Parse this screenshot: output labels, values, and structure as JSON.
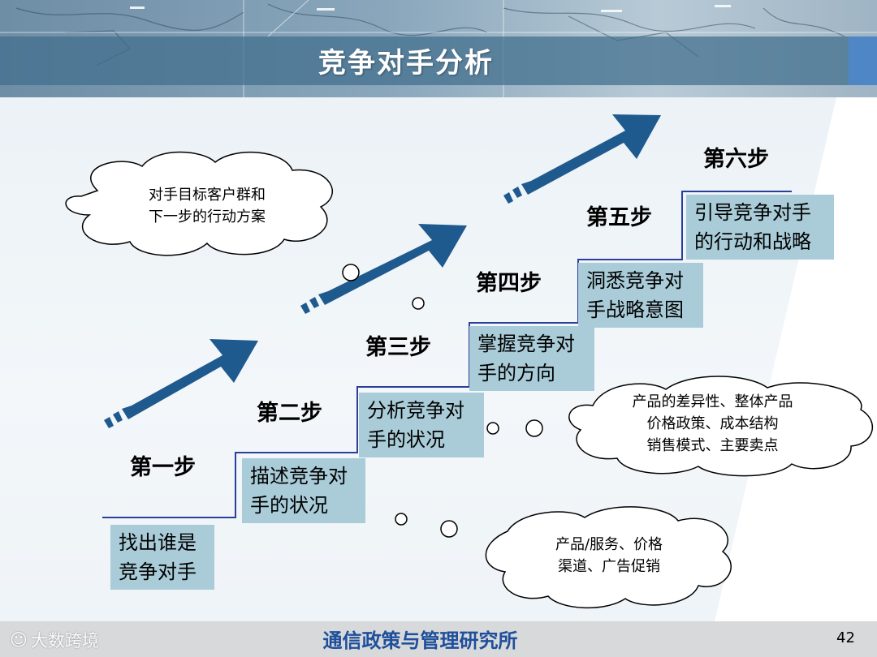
{
  "title": "竞争对手分析",
  "steps": [
    {
      "label": "第一步",
      "text_line1": "找出谁是",
      "text_line2": "竞争对手"
    },
    {
      "label": "第二步",
      "text_line1": "描述竞争对",
      "text_line2": "手的状况"
    },
    {
      "label": "第三步",
      "text_line1": "分析竞争对",
      "text_line2": "手的状况"
    },
    {
      "label": "第四步",
      "text_line1": "掌握竞争对",
      "text_line2": "手的方向"
    },
    {
      "label": "第五步",
      "text_line1": "洞悉竞争对",
      "text_line2": "手战略意图"
    },
    {
      "label": "第六步",
      "text_line1": "引导竞争对手",
      "text_line2": "的行动和战略"
    }
  ],
  "clouds": {
    "top_left": {
      "line1": "对手目标客户群和",
      "line2": "下一步的行动方案"
    },
    "right_mid": {
      "line1": "产品的差异性、整体产品",
      "line2": "价格政策、成本结构",
      "line3": "销售模式、主要卖点"
    },
    "bottom": {
      "line1": "产品/服务、价格",
      "line2": "渠道、广告促销"
    }
  },
  "footer": {
    "org": "通信政策与管理研究所",
    "page": "42",
    "watermark": "大数跨境"
  },
  "colors": {
    "arrow": "#1f5a8f",
    "step_box": "#a9ccd8",
    "stair_line": "#2b3f9a",
    "footer_text": "#1f4f9b"
  }
}
